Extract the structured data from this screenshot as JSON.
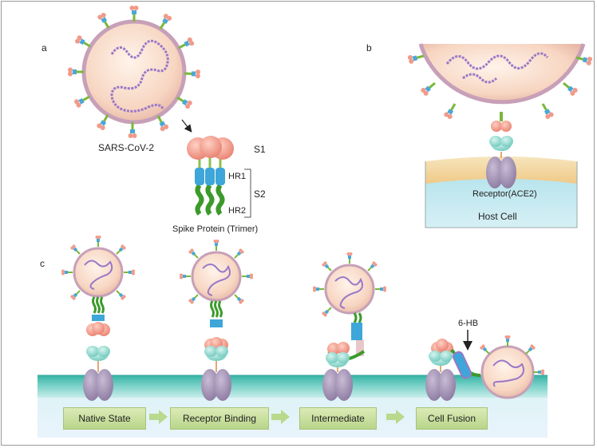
{
  "panels": {
    "a": "a",
    "b": "b",
    "c": "c"
  },
  "panel_a": {
    "virus_label": "SARS-CoV-2",
    "s1": "S1",
    "s2": "S2",
    "hr1": "HR1",
    "hr2": "HR2",
    "spike_caption": "Spike Protein (Trimer)"
  },
  "panel_b": {
    "receptor_label": "Receptor(ACE2)",
    "host_label": "Host Cell"
  },
  "panel_c": {
    "six_hb": "6-HB",
    "steps": [
      "Native State",
      "Receptor Binding",
      "Intermediate",
      "Cell Fusion"
    ]
  },
  "colors": {
    "virion_fill": "#f7d9c8",
    "virion_membrane": "#c7a0b8",
    "rna": "#9a78c8",
    "s1_head": "#f19a8a",
    "hr1": "#3ea6d8",
    "hr2": "#3c9a2a",
    "ace2": "#9b8aa8",
    "ace2_top": "#7cd0c8",
    "host_membrane": "#f3dca8",
    "host_cytoplasm": "#bfe6ee",
    "membrane_teal": "#5cc3b6",
    "step_fill": "#c9e09f",
    "arrow": "#b9d98c"
  },
  "icons": [
    "virion",
    "spike-trimer",
    "ace2-receptor",
    "host-membrane",
    "step-arrow",
    "fusion-arrow"
  ]
}
